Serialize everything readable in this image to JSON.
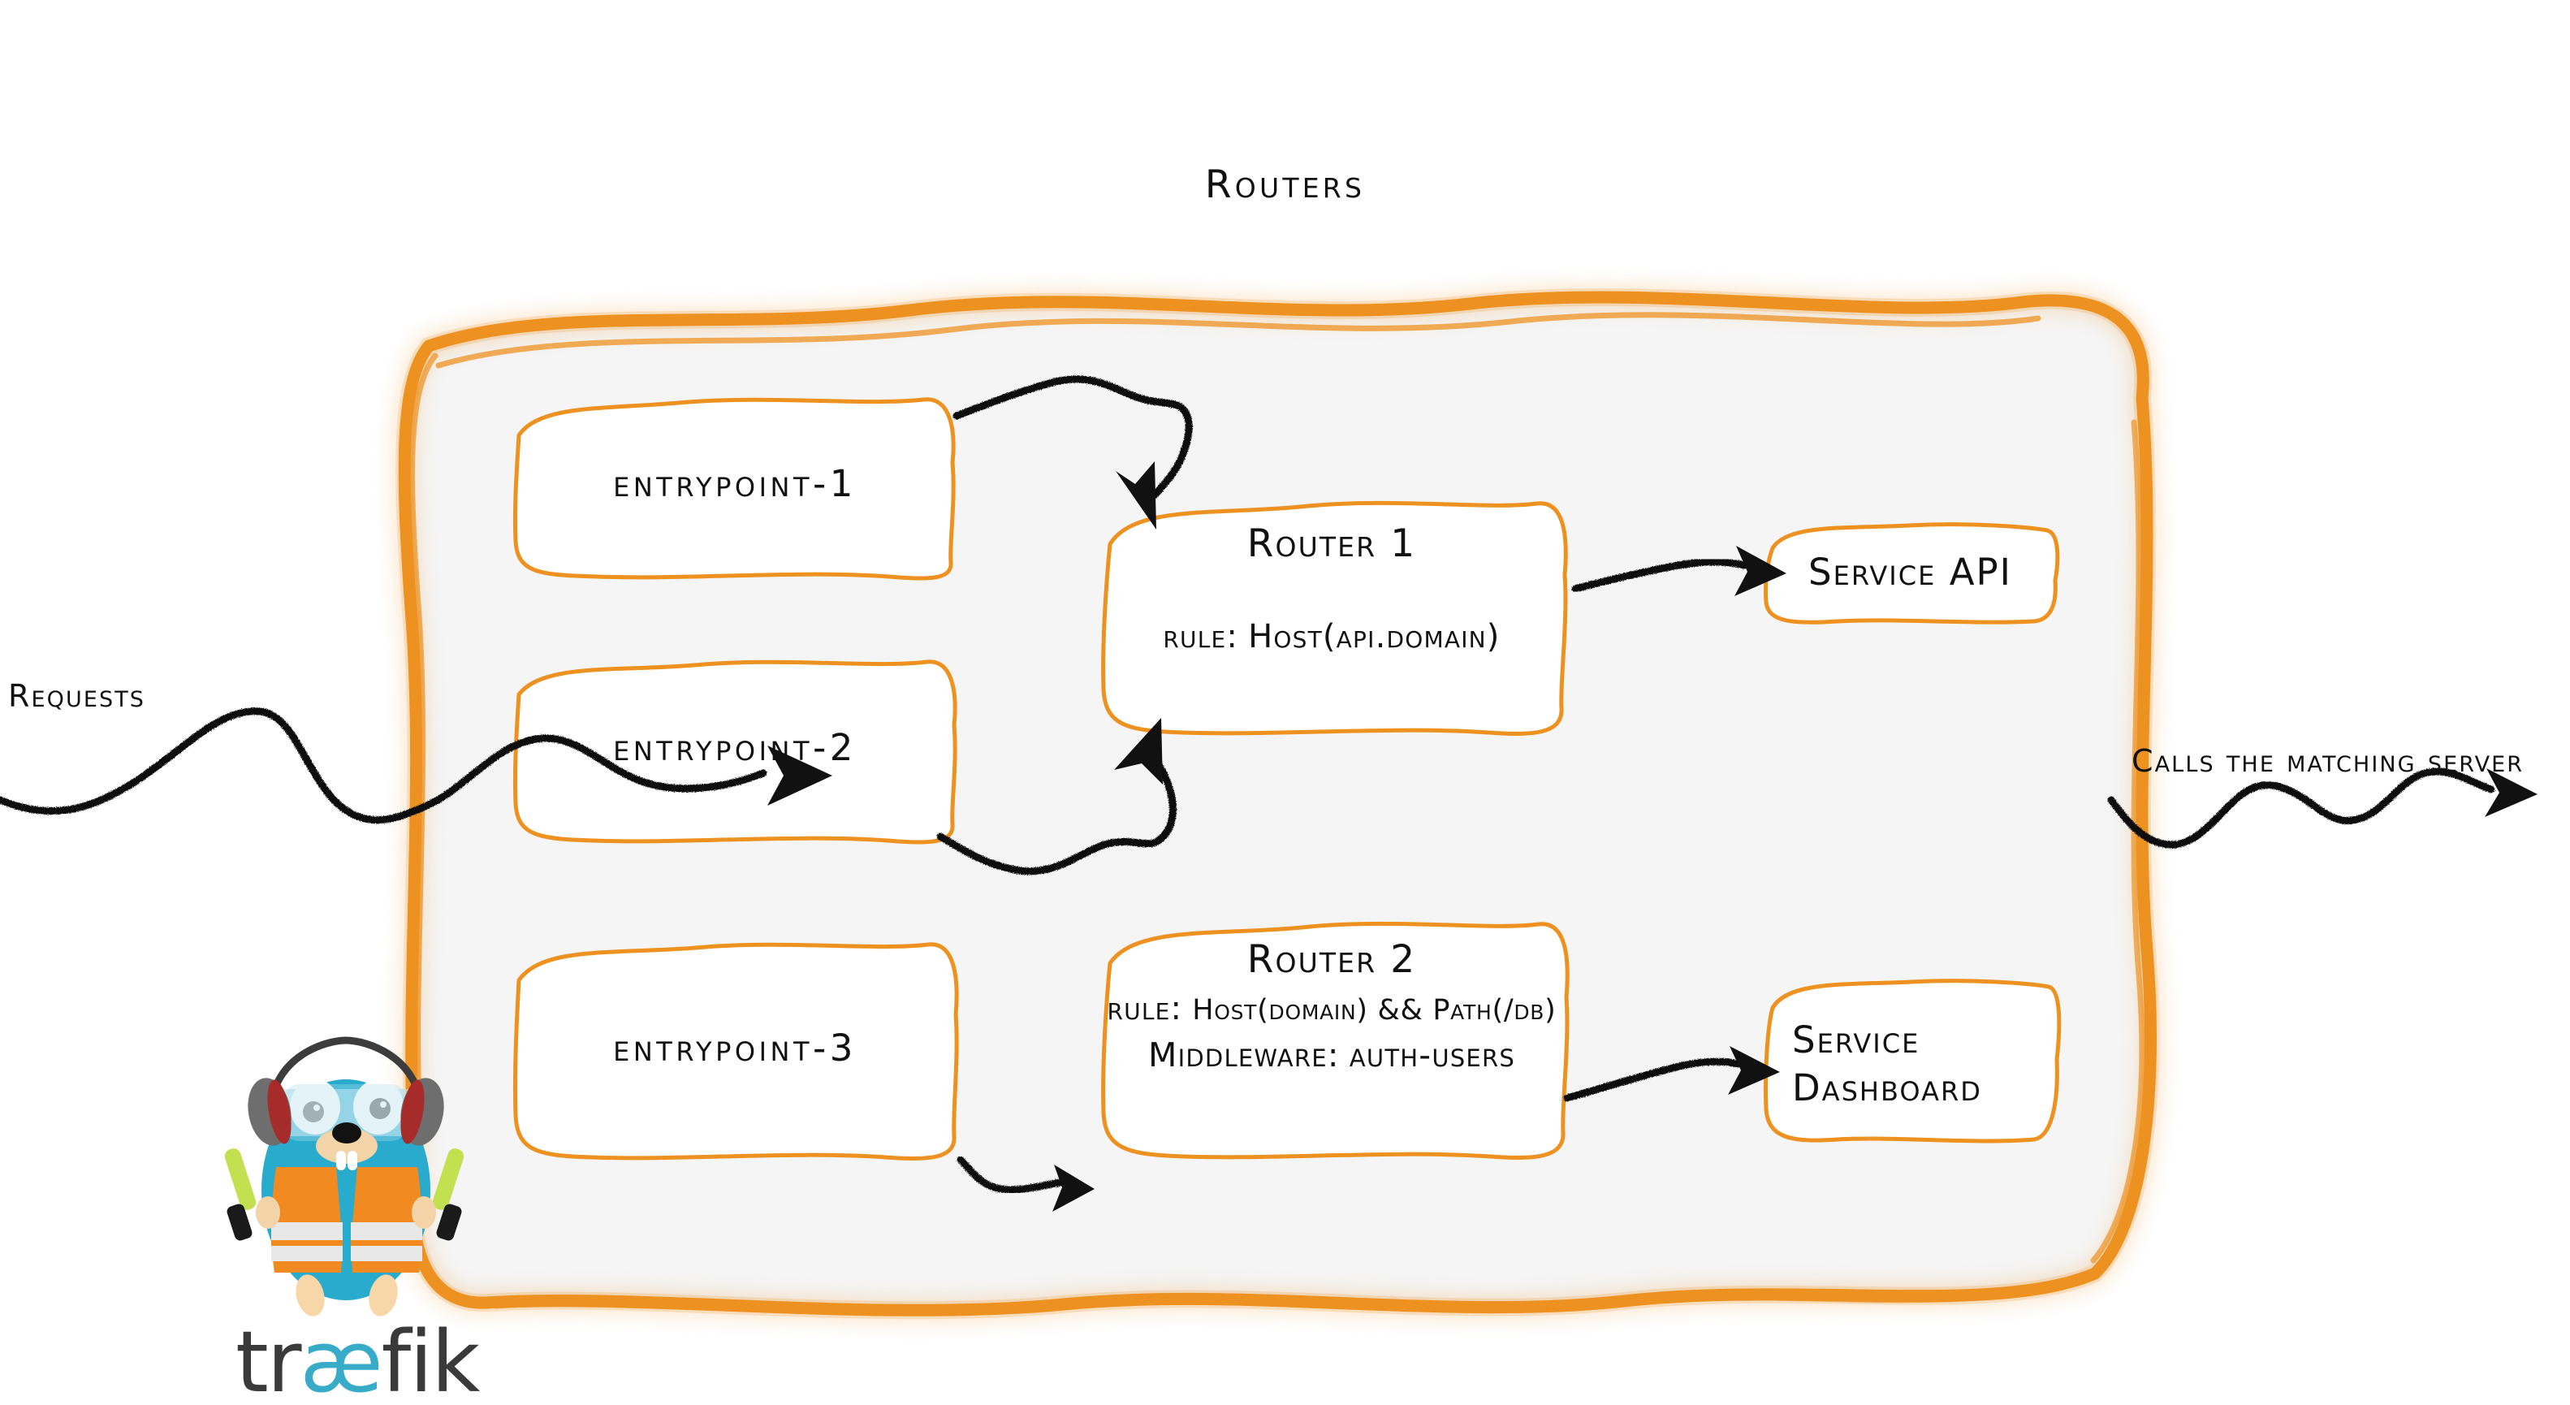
{
  "diagram": {
    "title": "Routers",
    "type": "architecture-flow",
    "accent_color": "#ED9121",
    "container_fill": "#f5f5f5",
    "ink_color": "#111111"
  },
  "annotations": {
    "requests": "Requests",
    "calls": "Calls the matching server"
  },
  "entrypoints": [
    {
      "label": "entrypoint-1"
    },
    {
      "label": "entrypoint-2"
    },
    {
      "label": "entrypoint-3"
    }
  ],
  "routers": [
    {
      "name": "Router 1",
      "rule_prefix": "rule:",
      "rule": "Host(api.domain)"
    },
    {
      "name": "Router 2",
      "rule_prefix": "rule:",
      "rule": "Host(domain) && Path(/db)",
      "middleware_prefix": "Middleware:",
      "middleware": "auth-users"
    }
  ],
  "services": [
    {
      "line1": "Service API",
      "line2": ""
    },
    {
      "line1": "Service",
      "line2": "Dashboard"
    }
  ],
  "brand": {
    "wordmark_part1": "tr",
    "wordmark_ligature": "æ",
    "wordmark_part2": "fik",
    "body_color": "#29ABCE",
    "vest_color": "#F28A22",
    "wordmark_color": "#3A3A3A",
    "ligature_color": "#37ABC8"
  }
}
